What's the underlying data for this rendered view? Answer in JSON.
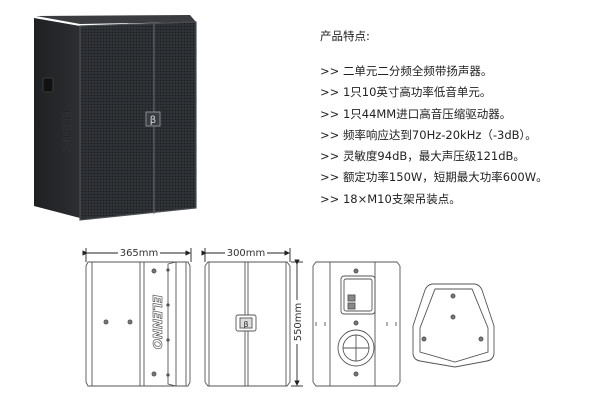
{
  "product": {
    "photo_alt": "two-way loudspeaker cabinet",
    "logo_glyph": "β",
    "side_brand_text": "ELENNO"
  },
  "features": {
    "title": "产品特点:",
    "bullet_marker": ">>",
    "items": [
      "二单元二分频全频带扬声器。",
      "1只10英寸高功率低音单元。",
      "1只44MM进口高音压缩驱动器。",
      "频率响应达到70Hz-20kHz（-3dB）。",
      "灵敏度94dB，最大声压级121dB。",
      "额定功率150W，短期最大功率600W。",
      "18×M10支架吊装点。"
    ]
  },
  "drawings": {
    "side_width": "365mm",
    "front_width": "300mm",
    "height": "550mm",
    "views": [
      "side-view",
      "front-view",
      "rear-view",
      "top-view"
    ]
  },
  "colors": {
    "cabinet": "#2b2d30",
    "grille": "#34373b",
    "line": "#555555",
    "text": "#222222"
  }
}
